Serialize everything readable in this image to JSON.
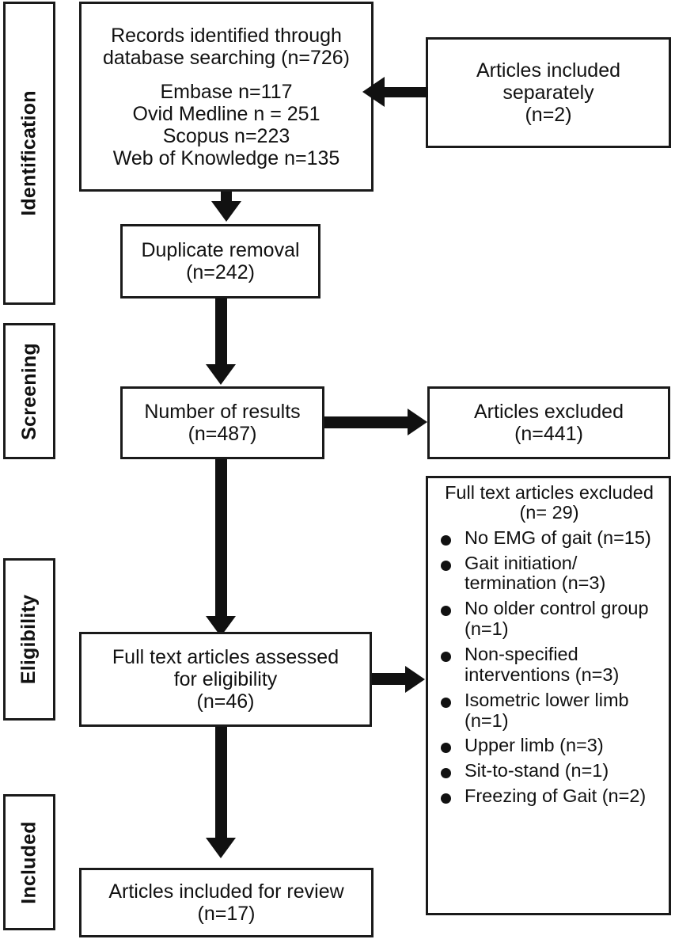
{
  "diagram": {
    "title": "PRISMA flow diagram",
    "type": "flowchart",
    "line_color": "#111111",
    "box_fill": "#ffffff"
  },
  "stages": [
    {
      "id": "identification",
      "label": "Identification"
    },
    {
      "id": "screening",
      "label": "Screening"
    },
    {
      "id": "eligibility",
      "label": "Eligibility"
    },
    {
      "id": "included",
      "label": "Included"
    }
  ],
  "nodes": {
    "records_identified": {
      "line1": "Records identified through",
      "line2": "database searching (n=726)",
      "line3": "Embase n=117",
      "line4": "Ovid Medline n = 251",
      "line5": "Scopus n=223",
      "line6": "Web of Knowledge n=135"
    },
    "articles_separate": {
      "line1": "Articles included",
      "line2": "separately",
      "line3": "(n=2)"
    },
    "duplicate_removal": {
      "line1": "Duplicate removal",
      "line2": "(n=242)"
    },
    "number_of_results": {
      "line1": "Number of results",
      "line2": "(n=487)"
    },
    "articles_excluded": {
      "line1": "Articles excluded",
      "line2": "(n=441)"
    },
    "full_text_assessed": {
      "line1": "Full text articles assessed",
      "line2": "for eligibility",
      "line3": "(n=46)"
    },
    "articles_included_review": {
      "line1": "Articles included for review",
      "line2": "(n=17)"
    }
  },
  "exclusion_box": {
    "heading_line1": "Full text articles",
    "heading_line2": "excluded (n= 29)",
    "reasons": [
      {
        "line1": "No EMG of gait",
        "line2": "(n=15)"
      },
      {
        "line1": "Gait initiation/",
        "line2": "termination (n=3)"
      },
      {
        "line1": "No older control",
        "line2": "group (n=1)"
      },
      {
        "line1": "Non-specified",
        "line2": "interventions (n=3)"
      },
      {
        "line1": "Isometric lower limb",
        "line2": "(n=1)"
      },
      {
        "line1": "Upper limb (n=3)",
        "line2": ""
      },
      {
        "line1": "Sit-to-stand (n=1)",
        "line2": ""
      },
      {
        "line1": "Freezing of Gait",
        "line2": "(n=2)"
      }
    ]
  },
  "chart_data": {
    "type": "flow",
    "title": "PRISMA study selection flow",
    "counts": {
      "records_identified_database_searching": 726,
      "embase": 117,
      "ovid_medline": 251,
      "scopus": 223,
      "web_of_knowledge": 135,
      "articles_included_separately": 2,
      "duplicates_removed": 242,
      "number_of_results": 487,
      "articles_excluded_screening": 441,
      "full_text_articles_assessed": 46,
      "full_text_articles_excluded": 29,
      "articles_included_for_review": 17
    },
    "exclusion_reason_counts": {
      "No EMG of gait": 15,
      "Gait initiation/termination": 3,
      "No older control group": 1,
      "Non-specified interventions": 3,
      "Isometric lower limb": 1,
      "Upper limb": 3,
      "Sit-to-stand": 1,
      "Freezing of Gait": 2
    }
  }
}
